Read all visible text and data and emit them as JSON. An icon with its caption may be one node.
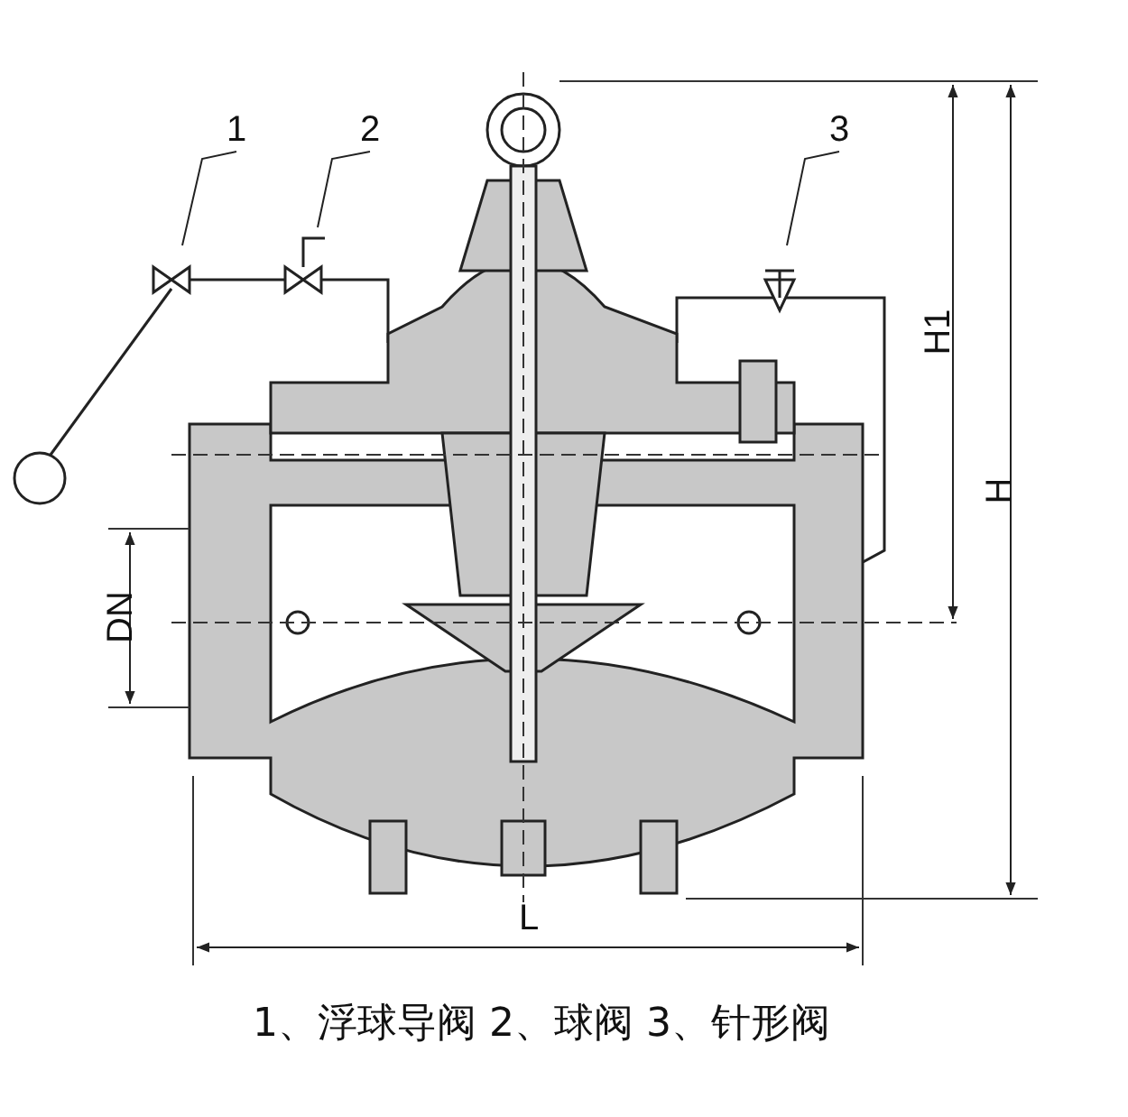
{
  "diagram": {
    "caption": "1、浮球导阀 2、球阀 3、针形阀",
    "nodes": [
      {
        "text": [
          "1"
        ]
      },
      {
        "text": [
          "2"
        ]
      },
      {
        "text": [
          "3"
        ]
      }
    ],
    "edges": [
      {
        "from": 0,
        "to": null,
        "arrow": "none"
      },
      {
        "from": 1,
        "to": null,
        "arrow": "none"
      },
      {
        "from": 2,
        "to": null,
        "arrow": "none"
      }
    ],
    "labels": [
      "H1",
      "H",
      "DN",
      "L"
    ]
  }
}
